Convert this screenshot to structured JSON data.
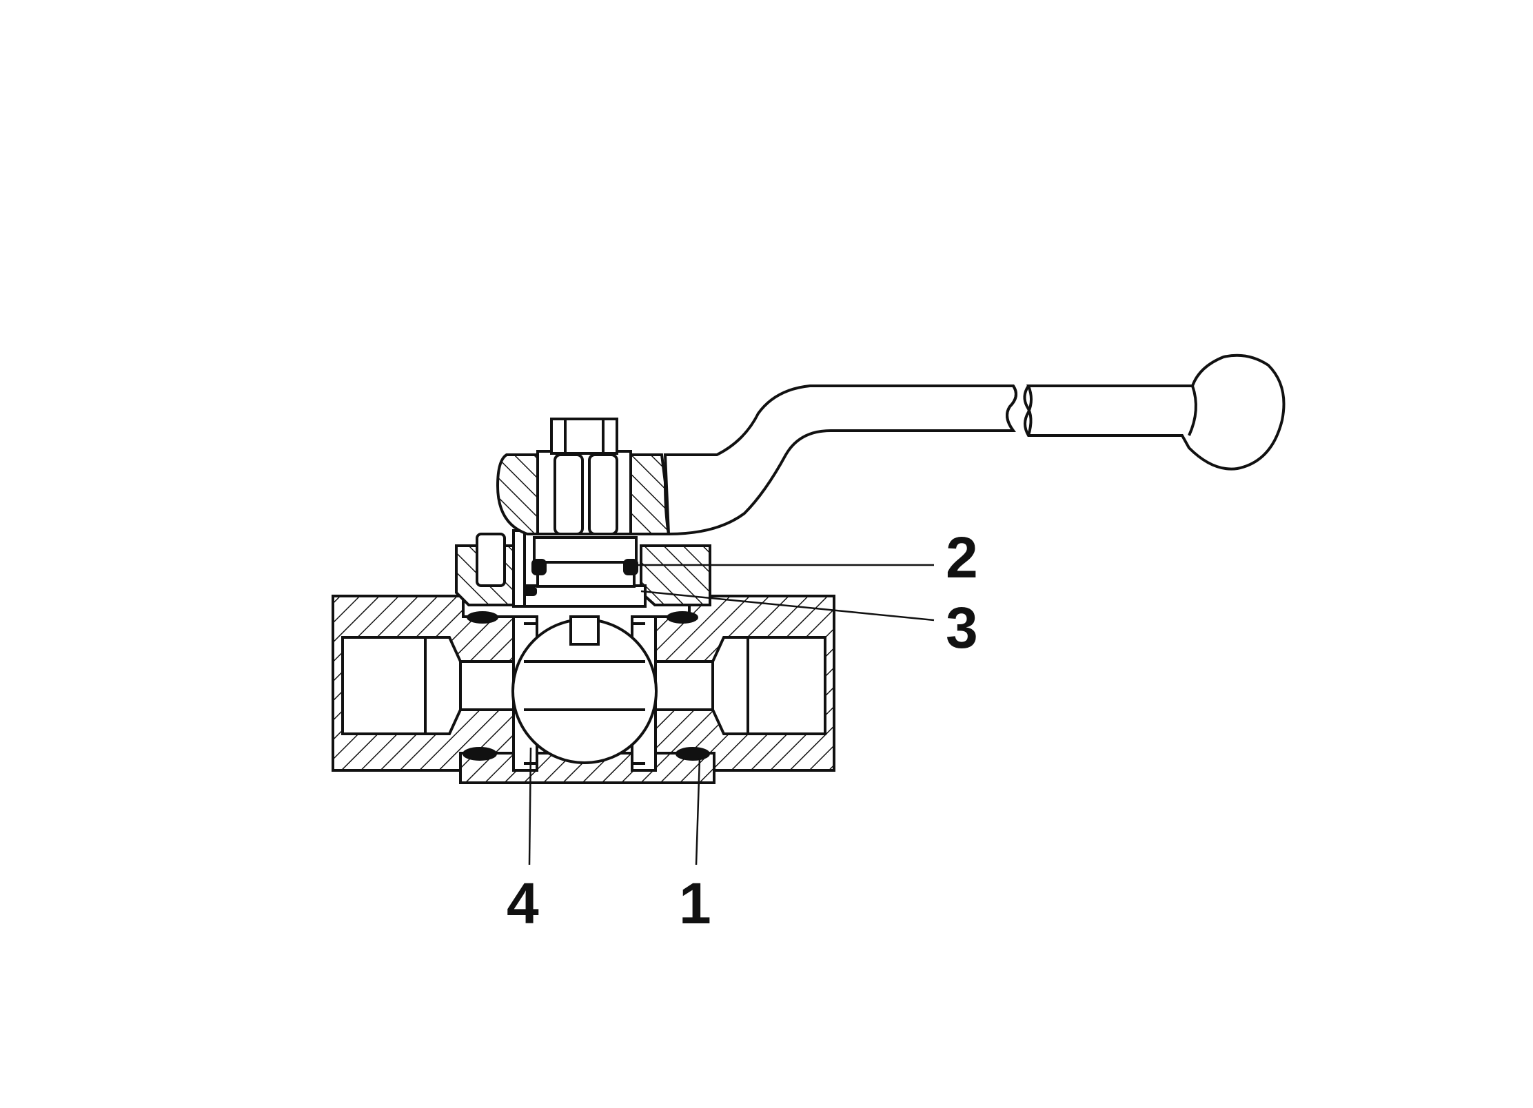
{
  "colors": {
    "line": "#111111",
    "background": "#ffffff",
    "seal": "#111111"
  },
  "callouts": [
    {
      "id": "callout-2",
      "label": "2"
    },
    {
      "id": "callout-3",
      "label": "3"
    },
    {
      "id": "callout-4",
      "label": "4"
    },
    {
      "id": "callout-1",
      "label": "1"
    }
  ]
}
